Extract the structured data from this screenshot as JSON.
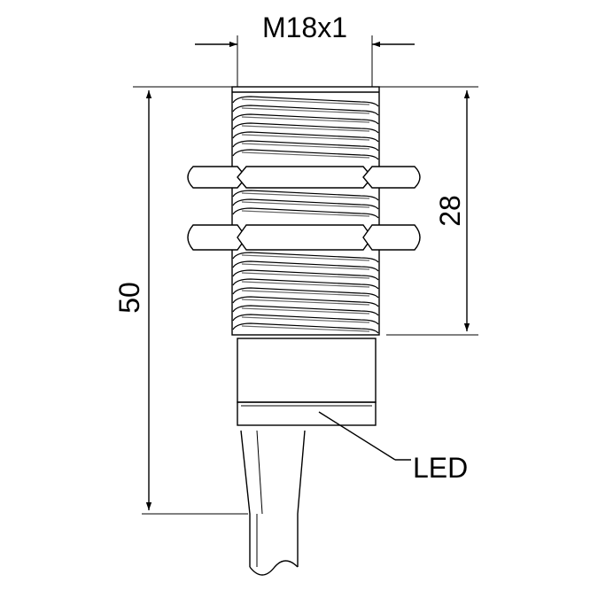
{
  "drawing": {
    "labels": {
      "thread_size": "M18x1",
      "overall_length": "50",
      "thread_length": "28",
      "led": "LED"
    }
  }
}
